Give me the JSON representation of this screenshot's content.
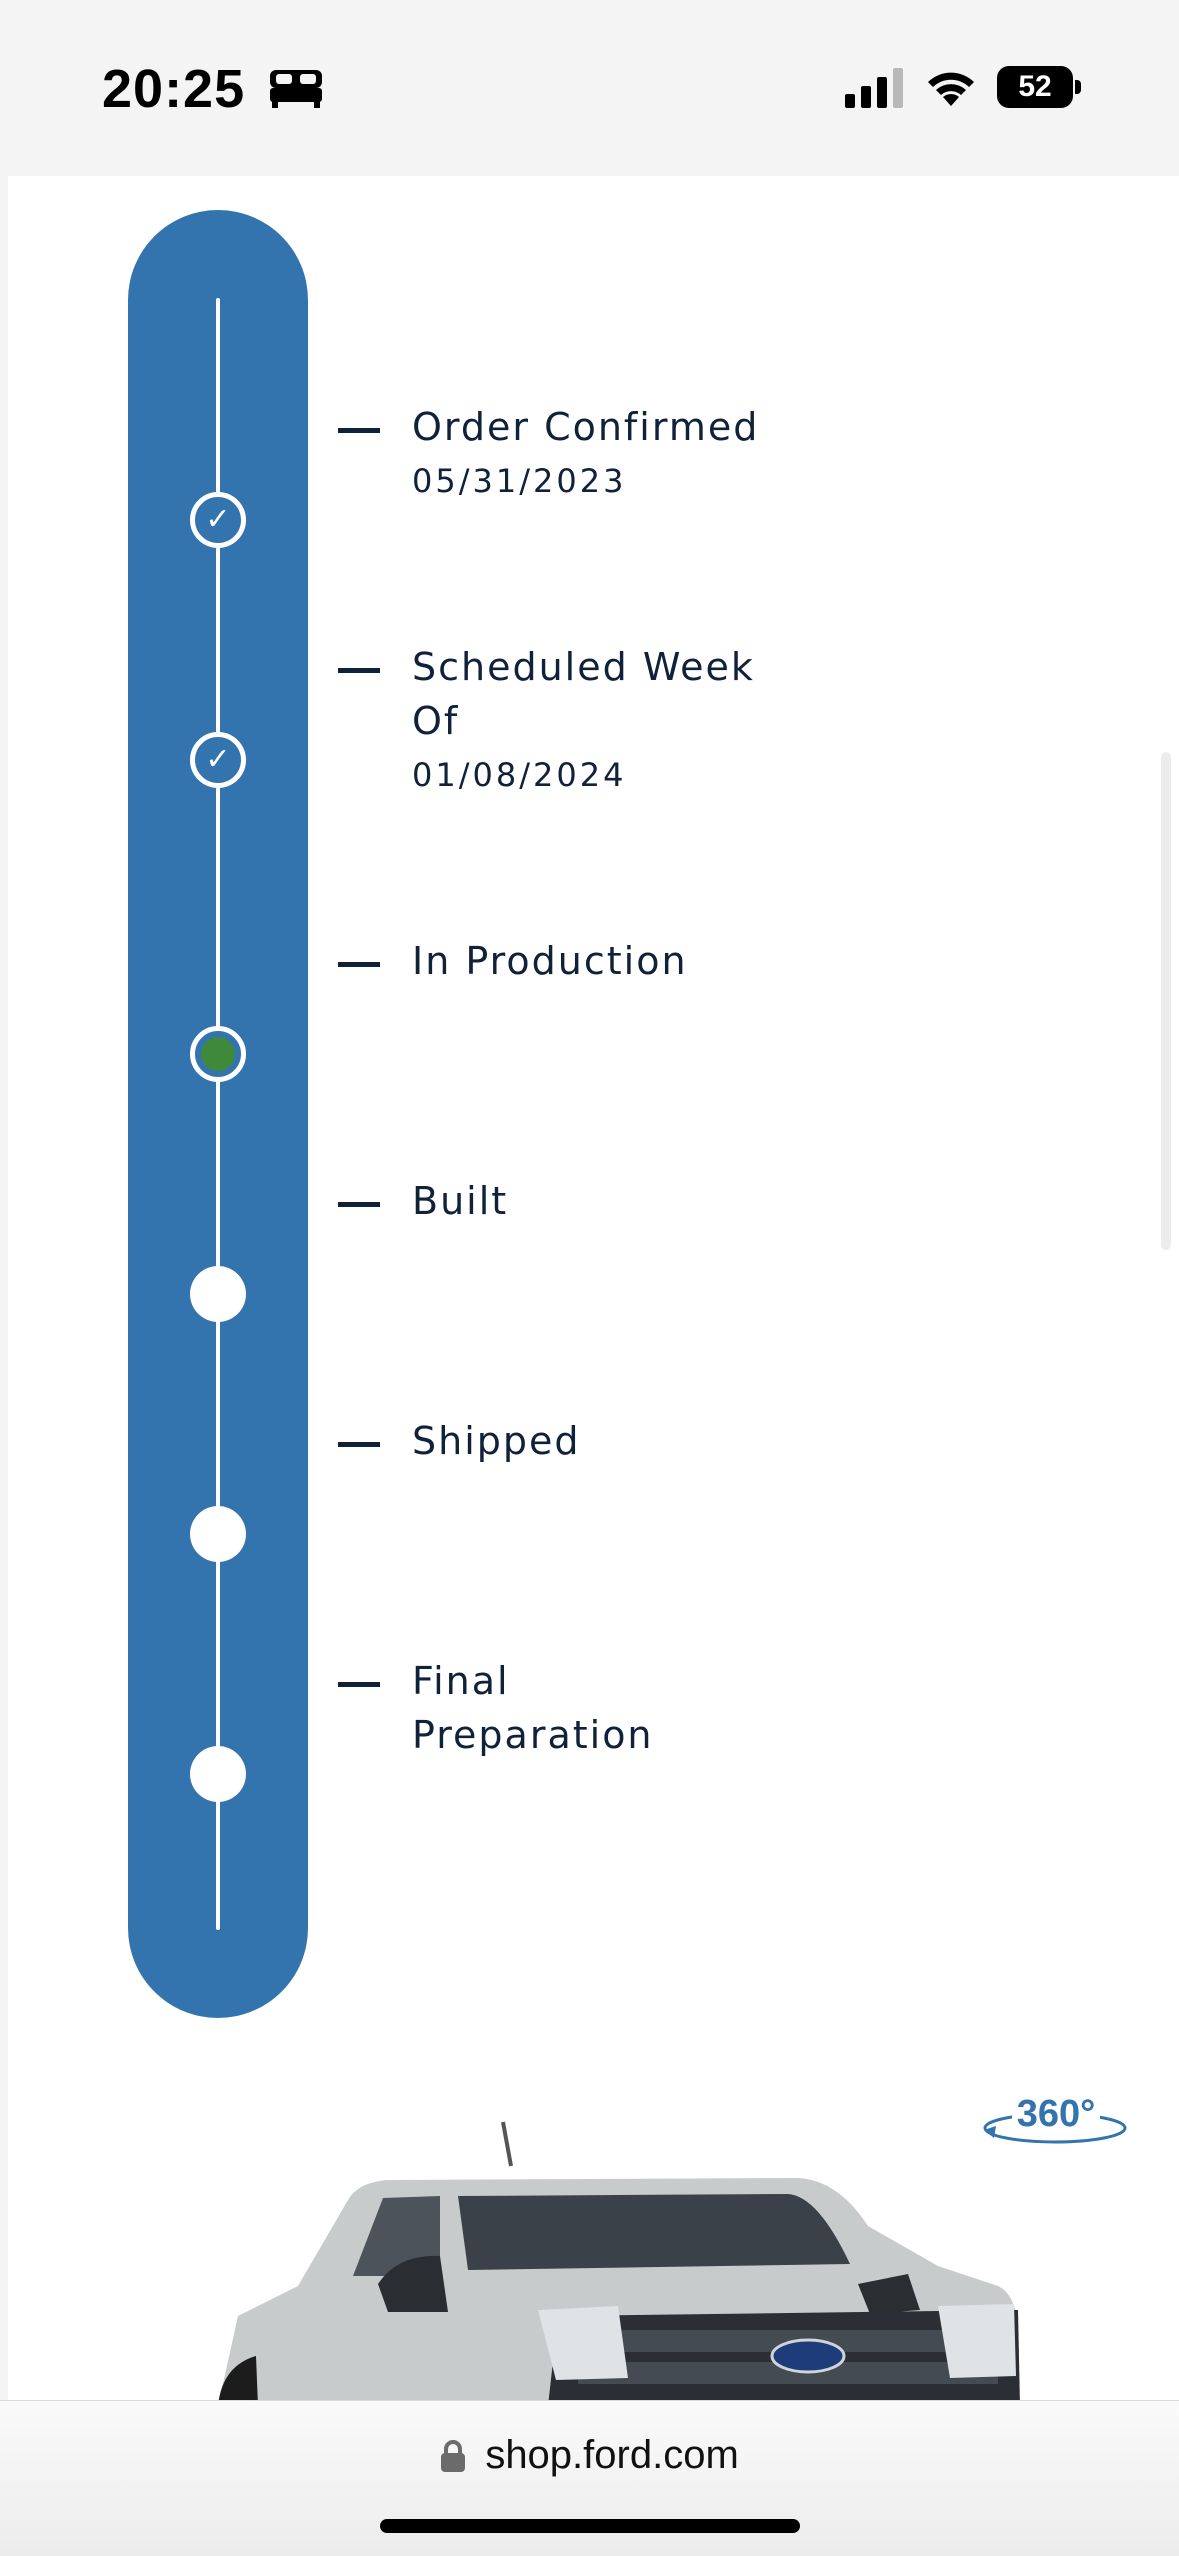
{
  "status_bar": {
    "time": "20:25",
    "battery_percent": "52",
    "icons": [
      "bed-icon",
      "cellular-signal-icon",
      "wifi-icon",
      "battery-icon"
    ]
  },
  "tracker": {
    "steps": [
      {
        "label": "Order Confirmed",
        "date": "05/31/2023",
        "state": "complete"
      },
      {
        "label": "Scheduled Week Of",
        "date": "01/08/2024",
        "state": "complete"
      },
      {
        "label": "In Production",
        "date": "",
        "state": "current"
      },
      {
        "label": "Built",
        "date": "",
        "state": "pending"
      },
      {
        "label": "Shipped",
        "date": "",
        "state": "pending"
      },
      {
        "label": "Final Preparation",
        "date": "",
        "state": "pending"
      }
    ],
    "colors": {
      "track": "#3374ae",
      "current": "#3f8a3a",
      "text": "#10213a"
    }
  },
  "viewer": {
    "rotate_label": "360°"
  },
  "browser": {
    "url": "shop.ford.com"
  }
}
